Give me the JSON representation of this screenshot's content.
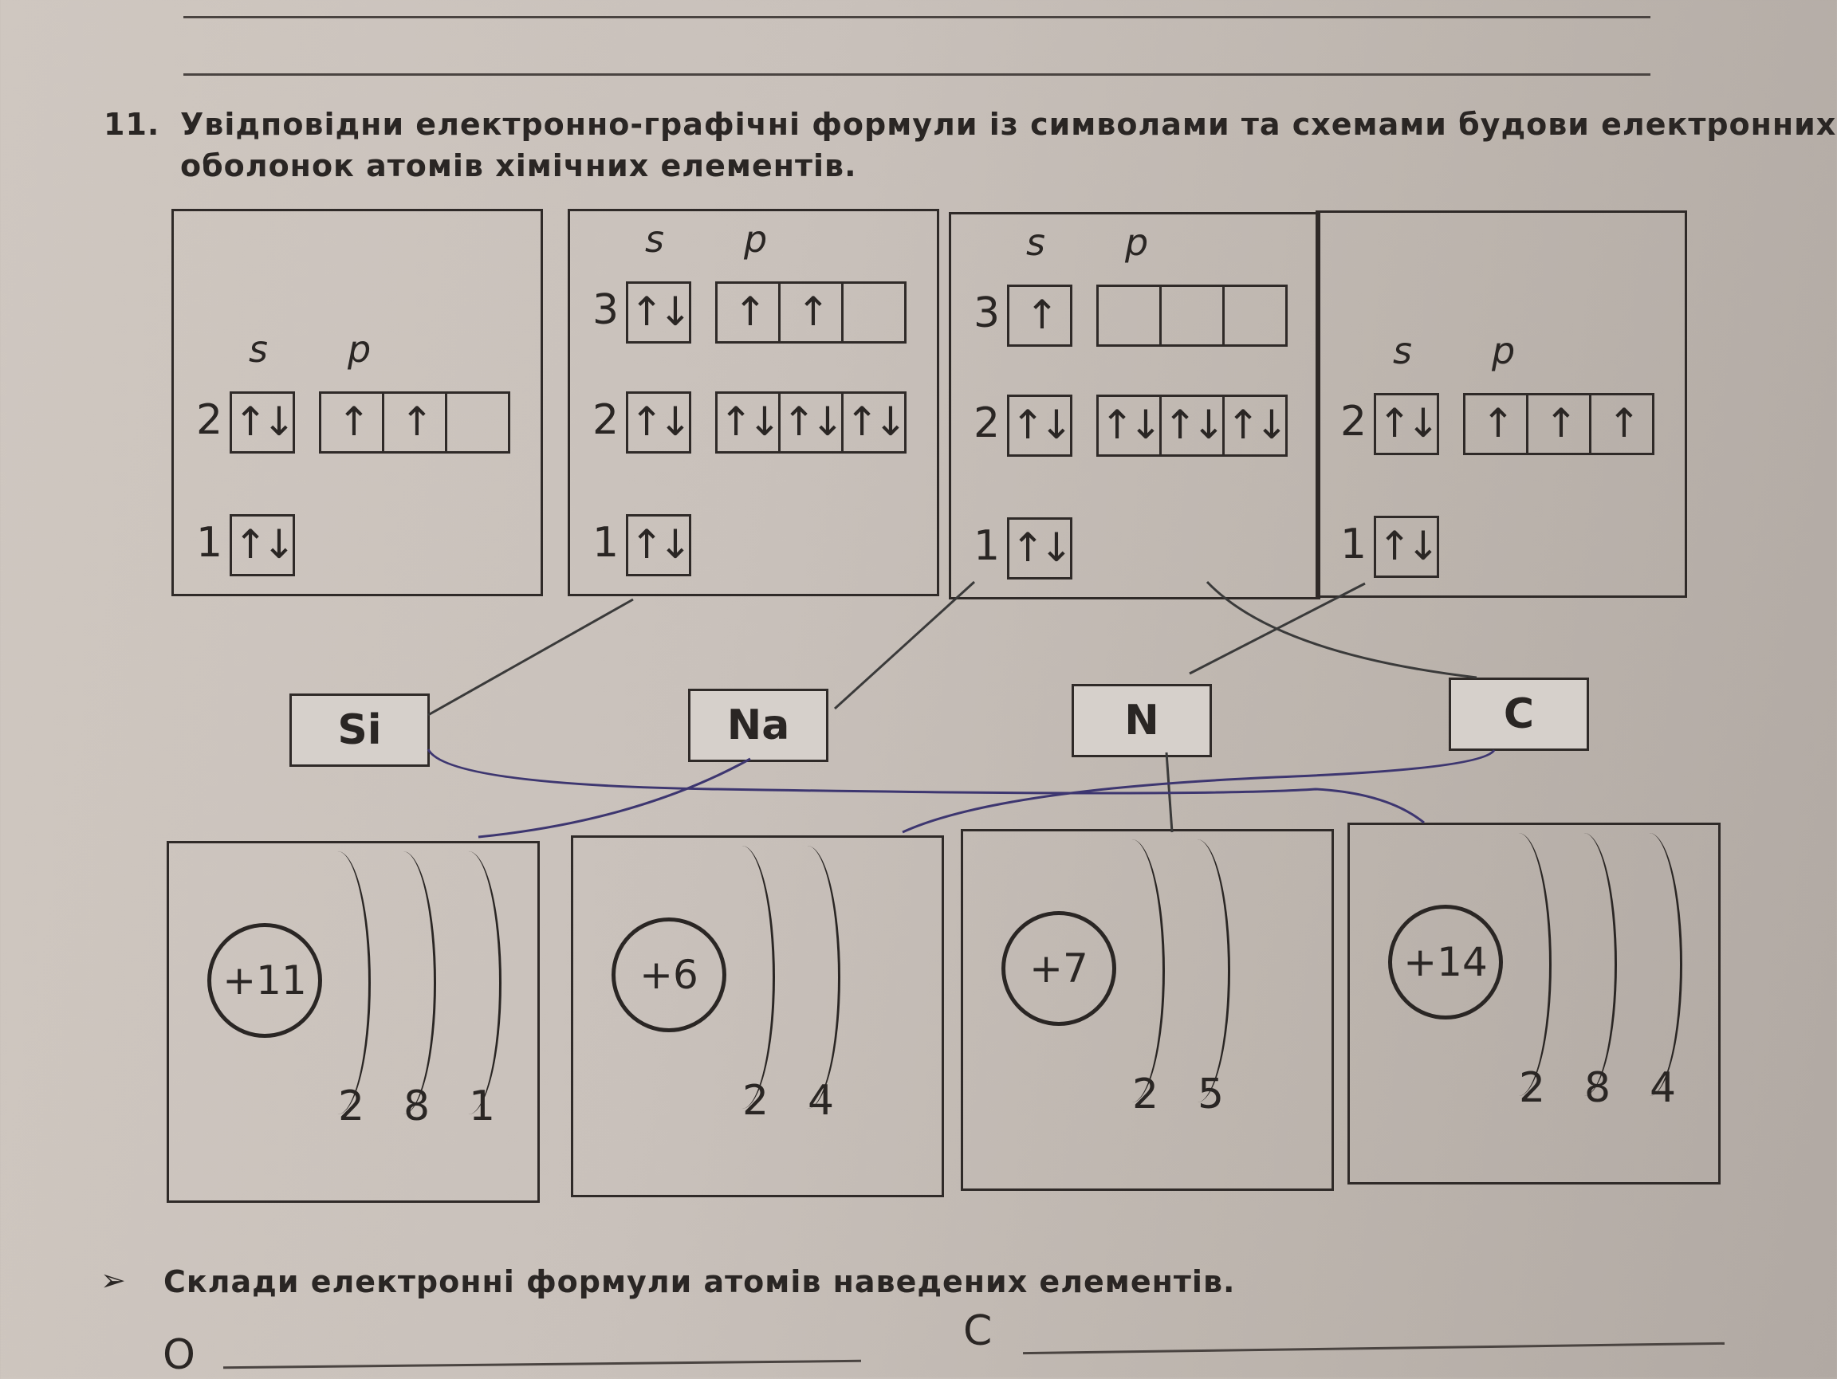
{
  "question": {
    "number": "11.",
    "text_line1": "Увідповідни електронно-графічні формули із символами та схемами будови електронних",
    "text_line2": "оболонок атомів хімічних елементів."
  },
  "sublabels": {
    "s": "s",
    "p": "p"
  },
  "orbital_boxes": [
    {
      "levels": [
        {
          "n": "2",
          "s": "↑↓",
          "p": [
            "↑",
            "↑",
            ""
          ]
        },
        {
          "n": "1",
          "s": "↑↓"
        }
      ]
    },
    {
      "levels": [
        {
          "n": "3",
          "s": "↑↓",
          "p": [
            "↑",
            "↑",
            ""
          ]
        },
        {
          "n": "2",
          "s": "↑↓",
          "p": [
            "↑↓",
            "↑↓",
            "↑↓"
          ]
        },
        {
          "n": "1",
          "s": "↑↓"
        }
      ]
    },
    {
      "levels": [
        {
          "n": "3",
          "s": "↑",
          "p": [
            "",
            "",
            ""
          ]
        },
        {
          "n": "2",
          "s": "↑↓",
          "p": [
            "↑↓",
            "↑↓",
            "↑↓"
          ]
        },
        {
          "n": "1",
          "s": "↑↓"
        }
      ]
    },
    {
      "levels": [
        {
          "n": "2",
          "s": "↑↓",
          "p": [
            "↑",
            "↑",
            "↑"
          ]
        },
        {
          "n": "1",
          "s": "↑↓"
        }
      ]
    }
  ],
  "elements": [
    "Si",
    "Na",
    "N",
    "C"
  ],
  "atom_schemes": [
    {
      "charge": "+11",
      "shells": [
        "2",
        "8",
        "1"
      ]
    },
    {
      "charge": "+6",
      "shells": [
        "2",
        "4"
      ]
    },
    {
      "charge": "+7",
      "shells": [
        "2",
        "5"
      ]
    },
    {
      "charge": "+14",
      "shells": [
        "2",
        "8",
        "4"
      ]
    }
  ],
  "task2": {
    "bullet": "➢",
    "text": "Склади електронні формули атомів наведених елементів.",
    "answers": [
      {
        "label": "O"
      },
      {
        "label": "C"
      }
    ]
  },
  "colors": {
    "pencil": "#3a3a3a",
    "pen": "#3d3670"
  }
}
